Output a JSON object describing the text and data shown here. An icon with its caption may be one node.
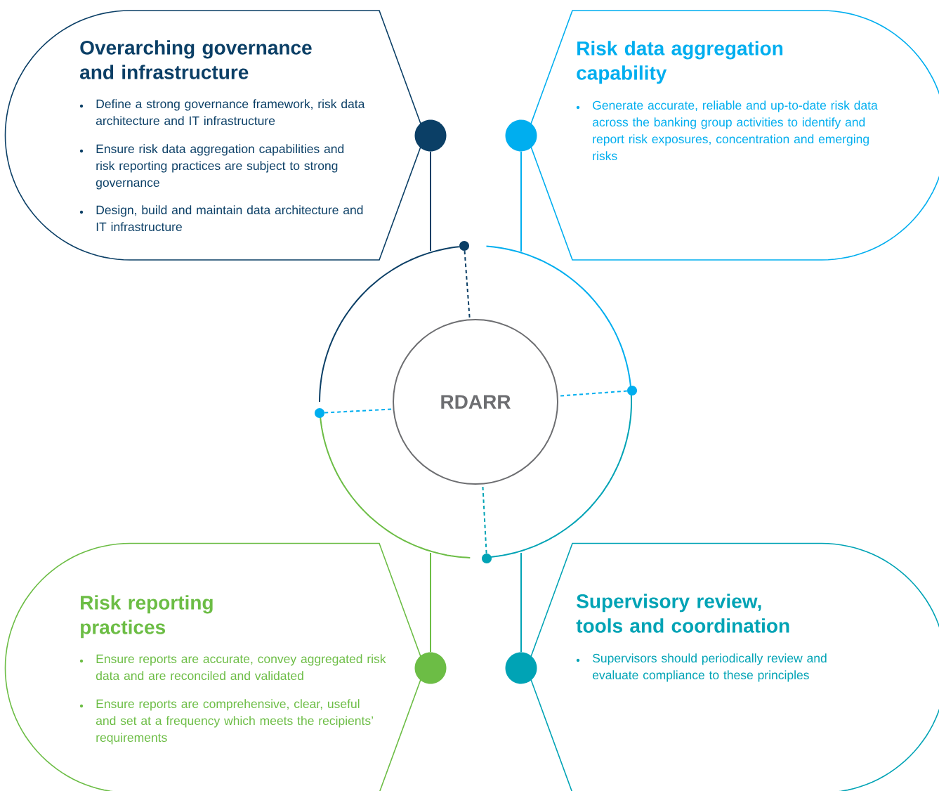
{
  "diagram": {
    "nodes": [
      {
        "text": [
          "Overarching governance and infrastructure",
          "Define a strong governance framework, risk data architecture and IT infrastructure",
          "Ensure risk data aggregation capabilities and risk reporting practices are subject to strong governance",
          "Design, build and maintain data architecture and IT infrastructure"
        ]
      },
      {
        "text": [
          "Risk data aggregation capability",
          "Generate accurate, reliable and up-to-date risk data across the banking group activities to identify and report risk exposures, concentration and emerging risks"
        ]
      },
      {
        "text": [
          "Risk reporting practices",
          "Ensure reports are accurate, convey aggregated risk data and are reconciled and validated",
          "Ensure reports are comprehensive, clear, useful and set at a frequency which meets the recipients’ requirements"
        ]
      },
      {
        "text": [
          "Supervisory review, tools and coordination",
          "Supervisors should periodically review and evaluate compliance to these principles"
        ]
      },
      {
        "text": [
          "RDARR"
        ]
      },
      {
        "text": [],
        "shape": "circle"
      },
      {
        "text": [],
        "shape": "circle"
      },
      {
        "text": [],
        "shape": "circle"
      },
      {
        "text": [],
        "shape": "circle"
      },
      {
        "text": [],
        "shape": "circle"
      },
      {
        "text": [],
        "shape": "circle"
      },
      {
        "text": [],
        "shape": "circle"
      },
      {
        "text": [],
        "shape": "circle"
      }
    ],
    "edges": [
      {
        "from": 5,
        "to": null,
        "arrow": "none",
        "color": "#0b3f66"
      },
      {
        "from": 6,
        "to": null,
        "arrow": "none",
        "color": "#00aeef"
      },
      {
        "from": 7,
        "to": null,
        "arrow": "none",
        "color": "#6cbd45"
      },
      {
        "from": 8,
        "to": null,
        "arrow": "none",
        "color": "#00a3b5"
      },
      {
        "from": 9,
        "to": 4,
        "arrow": "none",
        "style": "dashed",
        "color": "#0b3f66"
      },
      {
        "from": 10,
        "to": 4,
        "arrow": "none",
        "style": "dashed",
        "color": "#00aeef"
      },
      {
        "from": 11,
        "to": 4,
        "arrow": "none",
        "style": "dashed",
        "color": "#00aeef"
      },
      {
        "from": 12,
        "to": 4,
        "arrow": "none",
        "style": "dashed",
        "color": "#00a3b5"
      }
    ]
  }
}
